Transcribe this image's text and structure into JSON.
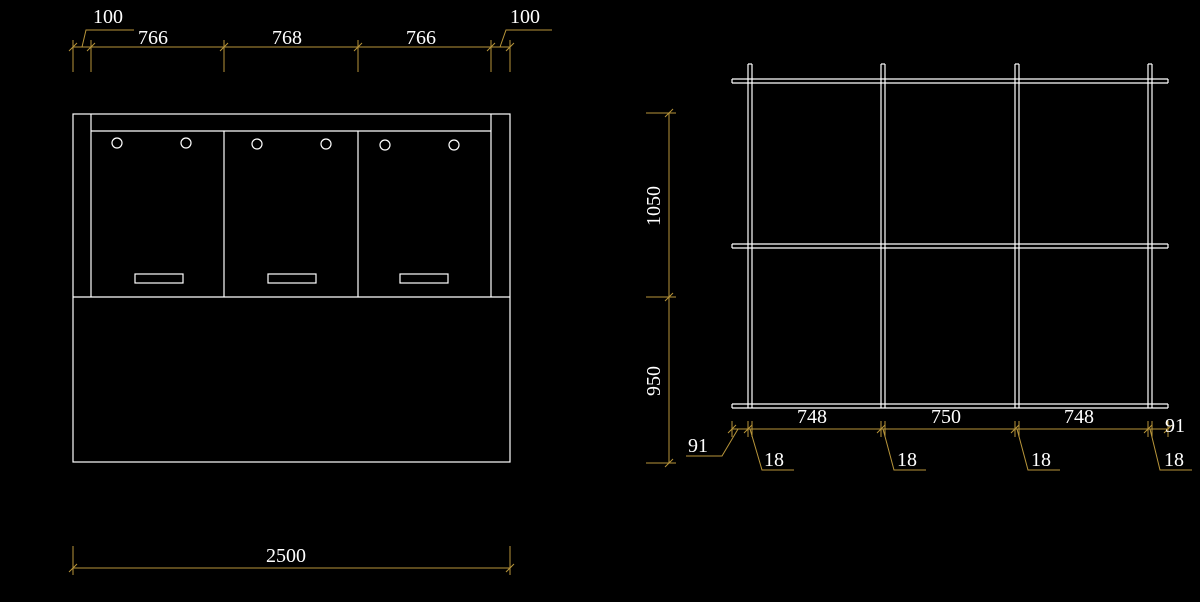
{
  "colors": {
    "background": "#000000",
    "geometry": "#ffffff",
    "dimension": "#b8953a"
  },
  "front_view": {
    "dims": {
      "left_margin": "100",
      "bay_1": "766",
      "bay_2": "768",
      "bay_3": "766",
      "right_margin": "100",
      "total_width": "2500"
    },
    "panels": [
      {
        "has_handle": true,
        "holes": 2
      },
      {
        "has_handle": true,
        "holes": 2
      },
      {
        "has_handle": true,
        "holes": 2
      }
    ]
  },
  "frame_view": {
    "dims": {
      "upper_height": "1050",
      "lower_height": "950",
      "bay_1": "748",
      "bay_2": "750",
      "bay_3": "748",
      "edge_left": "91",
      "edge_right": "91",
      "post_1": "18",
      "post_2": "18",
      "post_3": "18",
      "post_4": "18"
    },
    "grid": {
      "columns": 3,
      "rows": 2
    }
  }
}
